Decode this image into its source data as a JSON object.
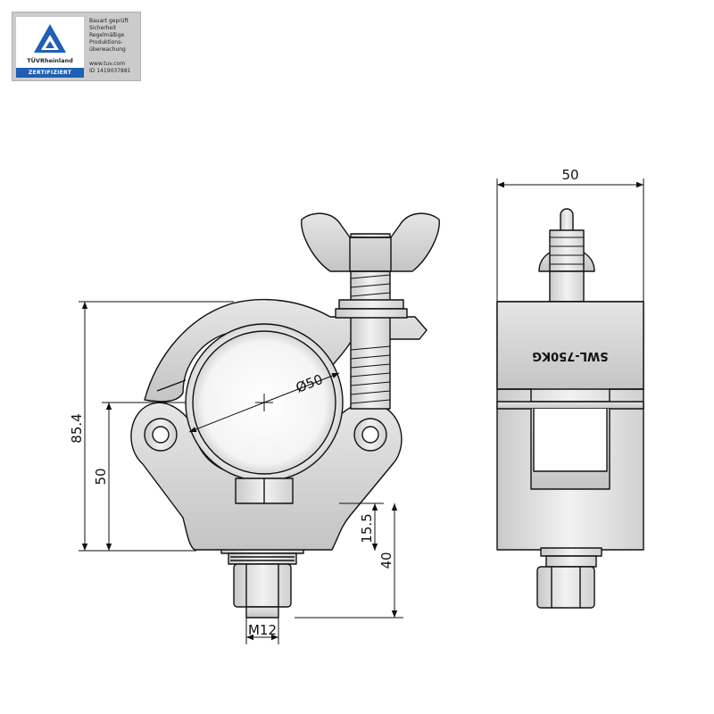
{
  "certificate": {
    "brand": "TÜVRheinland",
    "badge": "ZERTIFIZIERT",
    "lines": [
      "Bauart geprüft",
      "Sicherheit",
      "Regelmäßige",
      "Produktions-",
      "überwachung"
    ],
    "web": "www.tuv.com",
    "id": "ID 1419037881",
    "colors": {
      "triangle": "#1f5fb5",
      "background": "#cbcbcb"
    }
  },
  "drawing": {
    "dimensions": {
      "width": "50",
      "height_total": "85.4",
      "center_height": "50",
      "pipe_diameter": "Ø50",
      "nut_offset": "15.5",
      "bolt_length": "40",
      "thread": "M12"
    },
    "marking": "SWL-750KG"
  }
}
